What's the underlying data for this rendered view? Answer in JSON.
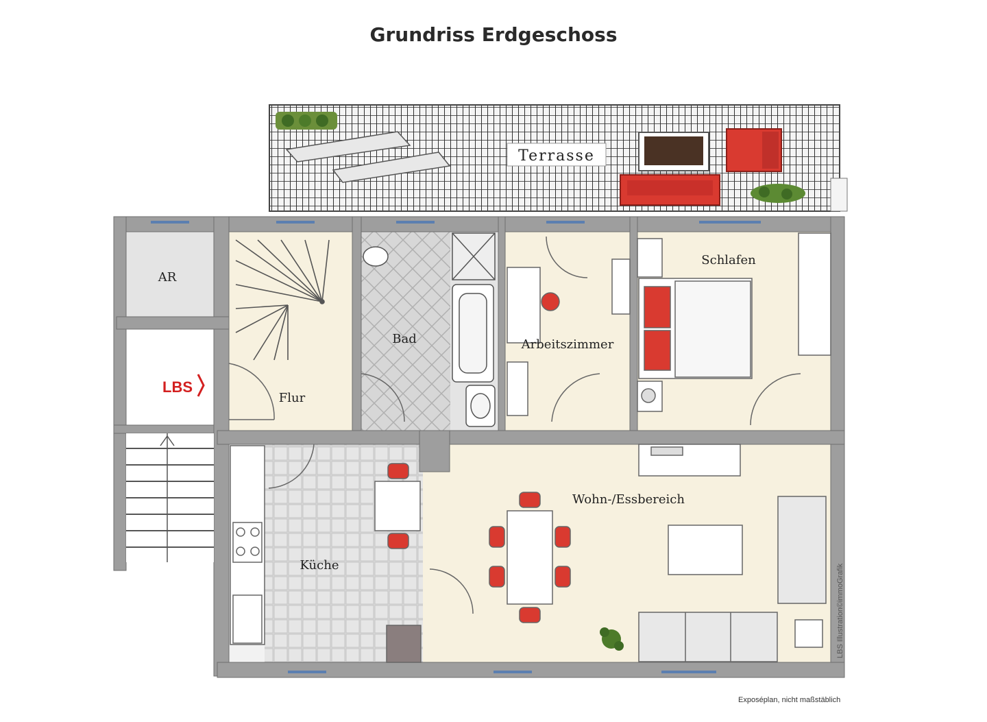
{
  "title": "Grundriss Erdgeschoss",
  "footer_note": "Exposéplan, nicht maßstäblich",
  "brand": "LBS",
  "credit": "LBS Illustration©immoGrafik",
  "terrace_label": "Terrasse",
  "rooms": {
    "ar": "AR",
    "flur": "Flur",
    "bad": "Bad",
    "arbeitszimmer": "Arbeitszimmer",
    "schlafen": "Schlafen",
    "kueche": "Küche",
    "wohn": "Wohn-/Essbereich"
  },
  "colors": {
    "wall": "#9e9e9e",
    "floor": "#f7f1df",
    "tile": "#d9d9d9",
    "furniture_red": "#d93a30",
    "terrace_grid": "#3a3a3a",
    "brand_red": "#d32020"
  }
}
